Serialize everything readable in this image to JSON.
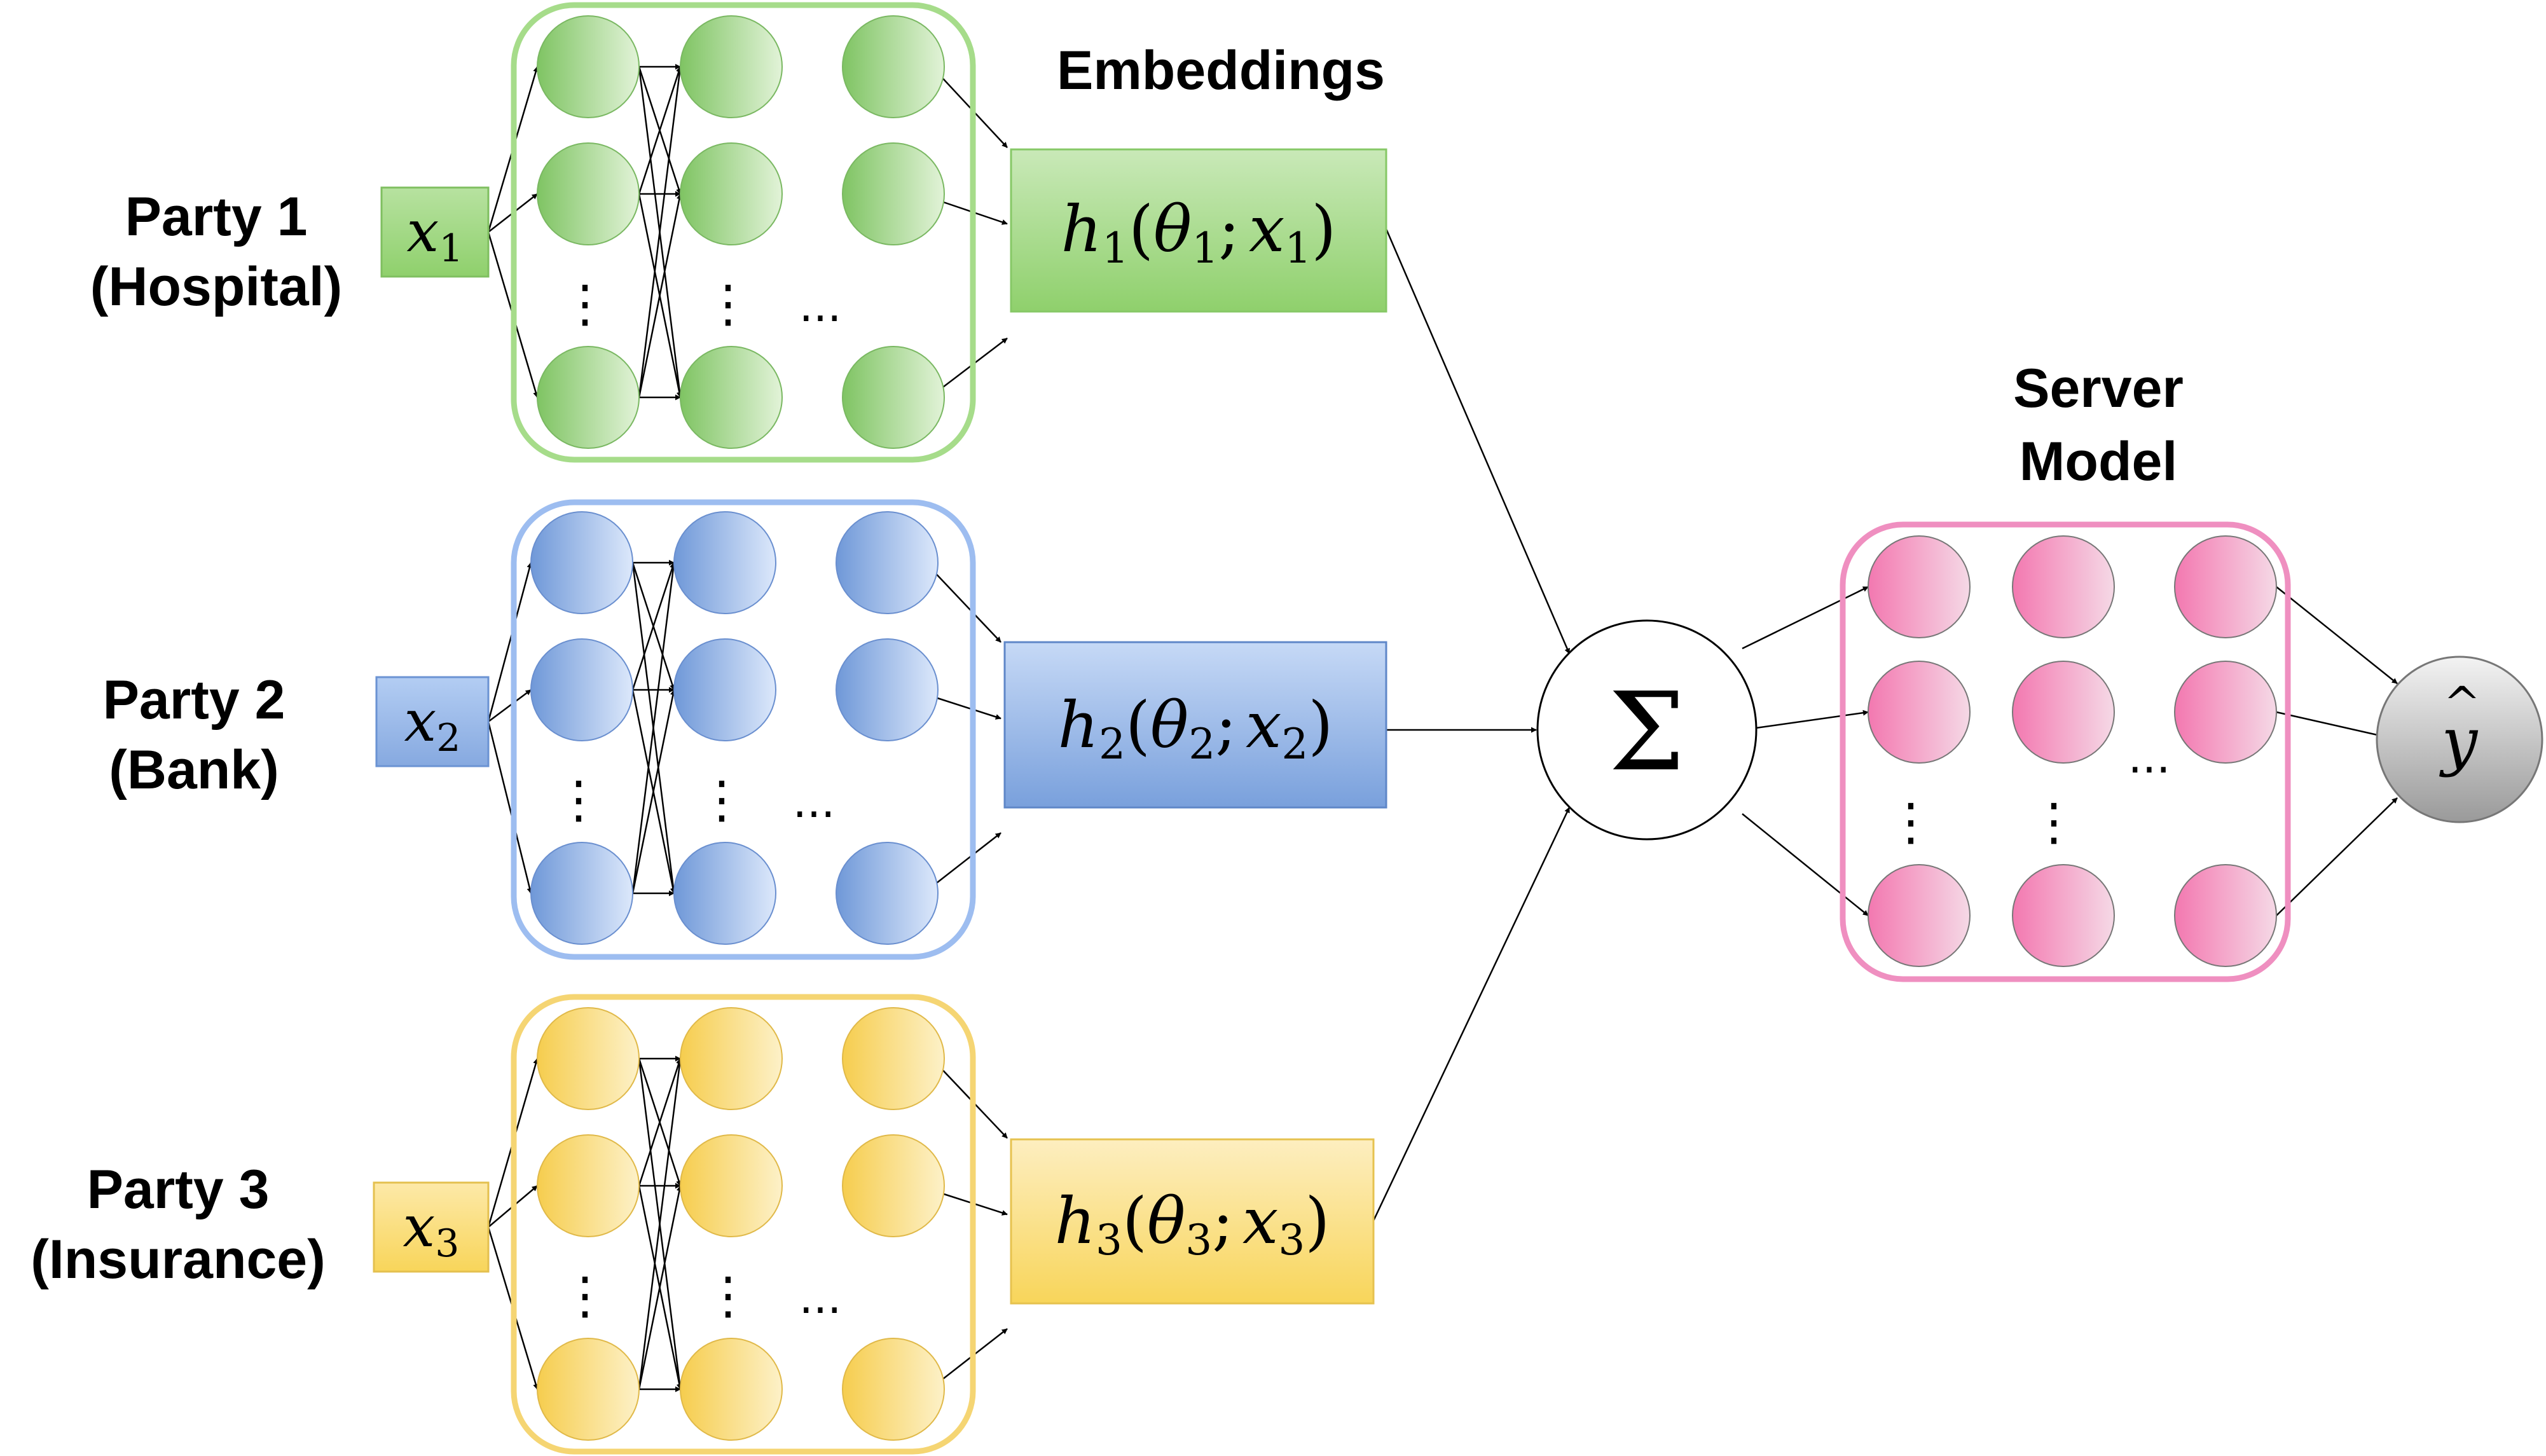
{
  "title_embeddings": "Embeddings",
  "server": {
    "line1": "Server",
    "line2": "Model",
    "color": "#ef8fc0"
  },
  "sum_symbol": "Σ",
  "output": {
    "base": "y",
    "hat": "^"
  },
  "ellipsis_h": "...",
  "ellipsis_v": "⋮",
  "parties": [
    {
      "name": "Party 1",
      "org": "(Hospital)",
      "input": {
        "base": "x",
        "sub": "1"
      },
      "embedding": {
        "h": "h",
        "hsub": "1",
        "lp": "(",
        "theta": "θ",
        "tsub": "1",
        "sep": ";",
        "x": "x",
        "xsub": "1",
        "rp": ")"
      },
      "color": "#a6dc8a"
    },
    {
      "name": "Party 2",
      "org": "(Bank)",
      "input": {
        "base": "x",
        "sub": "2"
      },
      "embedding": {
        "h": "h",
        "hsub": "2",
        "lp": "(",
        "theta": "θ",
        "tsub": "2",
        "sep": ";",
        "x": "x",
        "xsub": "2",
        "rp": ")"
      },
      "color": "#9dbdf0"
    },
    {
      "name": "Party 3",
      "org": "(Insurance)",
      "input": {
        "base": "x",
        "sub": "3"
      },
      "embedding": {
        "h": "h",
        "hsub": "3",
        "lp": "(",
        "theta": "θ",
        "tsub": "3",
        "sep": ";",
        "x": "x",
        "xsub": "3",
        "rp": ")"
      },
      "color": "#f5d573"
    }
  ]
}
